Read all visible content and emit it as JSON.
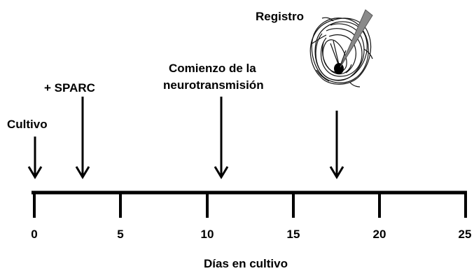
{
  "timeline": {
    "axis_title": "Días en cultivo",
    "ticks": [
      "0",
      "5",
      "10",
      "15",
      "20",
      "25"
    ],
    "events": [
      {
        "id": "cultivo",
        "lines": [
          "Cultivo"
        ]
      },
      {
        "id": "sparc",
        "lines": [
          "+ SPARC"
        ]
      },
      {
        "id": "neuro",
        "lines": [
          "Comienzo de la",
          "neurotransmisión"
        ]
      },
      {
        "id": "registro",
        "lines": [
          "Registro"
        ]
      }
    ]
  },
  "colors": {
    "ink": "#000000",
    "background": "#ffffff",
    "electrode": "#8a8a8a"
  },
  "icons": {
    "registro": "neuron-recording-electrode-icon"
  }
}
